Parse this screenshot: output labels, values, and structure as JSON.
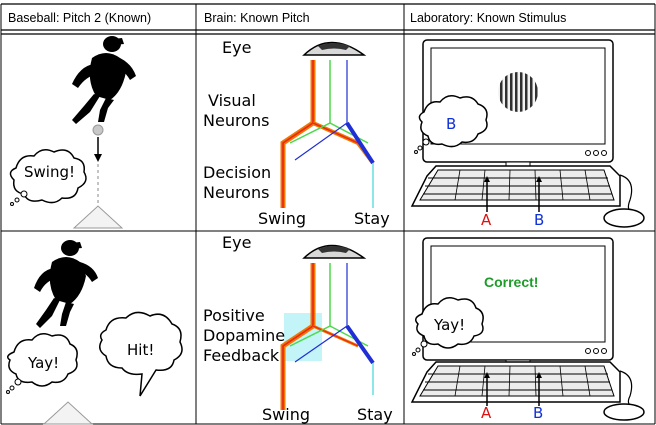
{
  "headers": {
    "col1": "Baseball: Pitch 2 (Known)",
    "col2": "Brain: Known Pitch",
    "col3": "Laboratory: Known Stimulus"
  },
  "row1": {
    "baseball_thought": "Swing!",
    "brain_eye": "Eye",
    "brain_visual": [
      "Visual",
      "Neurons"
    ],
    "brain_decision": [
      "Decision",
      "Neurons"
    ],
    "brain_swing": "Swing",
    "brain_stay": "Stay",
    "lab_thought": "B",
    "lab_key_a": "A",
    "lab_key_b": "B"
  },
  "row2": {
    "baseball_thought": "Yay!",
    "baseball_speech": "Hit!",
    "brain_eye": "Eye",
    "brain_feedback": [
      "Positive",
      "Dopamine",
      "Feedback"
    ],
    "brain_swing": "Swing",
    "brain_stay": "Stay",
    "lab_screen_text": "Correct!",
    "lab_thought": "Yay!",
    "lab_key_a": "A",
    "lab_key_b": "B"
  },
  "colors": {
    "orange_path": "#f07800",
    "red_path": "#e8261a",
    "green_path": "#4cd94c",
    "blue_path": "#1f2fd6",
    "cyan_path": "#6fe3e3",
    "dopamine_box": "#aef0f6",
    "correct_text": "#1e9c2a",
    "key_a": "#e01010",
    "key_b": "#1030d8"
  }
}
